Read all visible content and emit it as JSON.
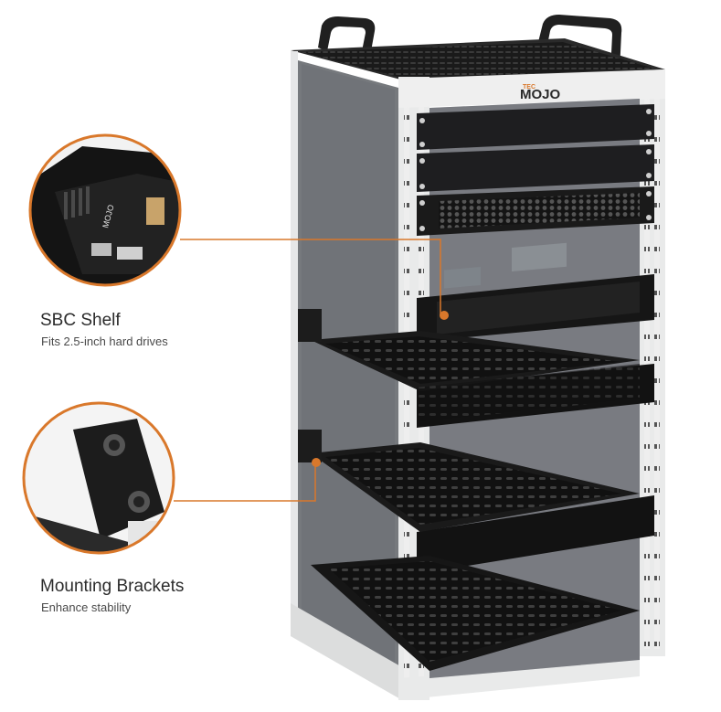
{
  "product": {
    "brand_logo": {
      "prefix": "TEC",
      "name": "MOJO"
    },
    "accent_color": "#d9782b",
    "frame_color": "#e9eaea",
    "panel_color": "#1d1d1f"
  },
  "callouts": [
    {
      "title": "SBC Shelf",
      "subtitle": "Fits 2.5-inch hard drives",
      "icon": "sbc-board-closeup"
    },
    {
      "title": "Mounting Brackets",
      "subtitle": "Enhance stability",
      "icon": "bracket-screws-closeup"
    }
  ]
}
